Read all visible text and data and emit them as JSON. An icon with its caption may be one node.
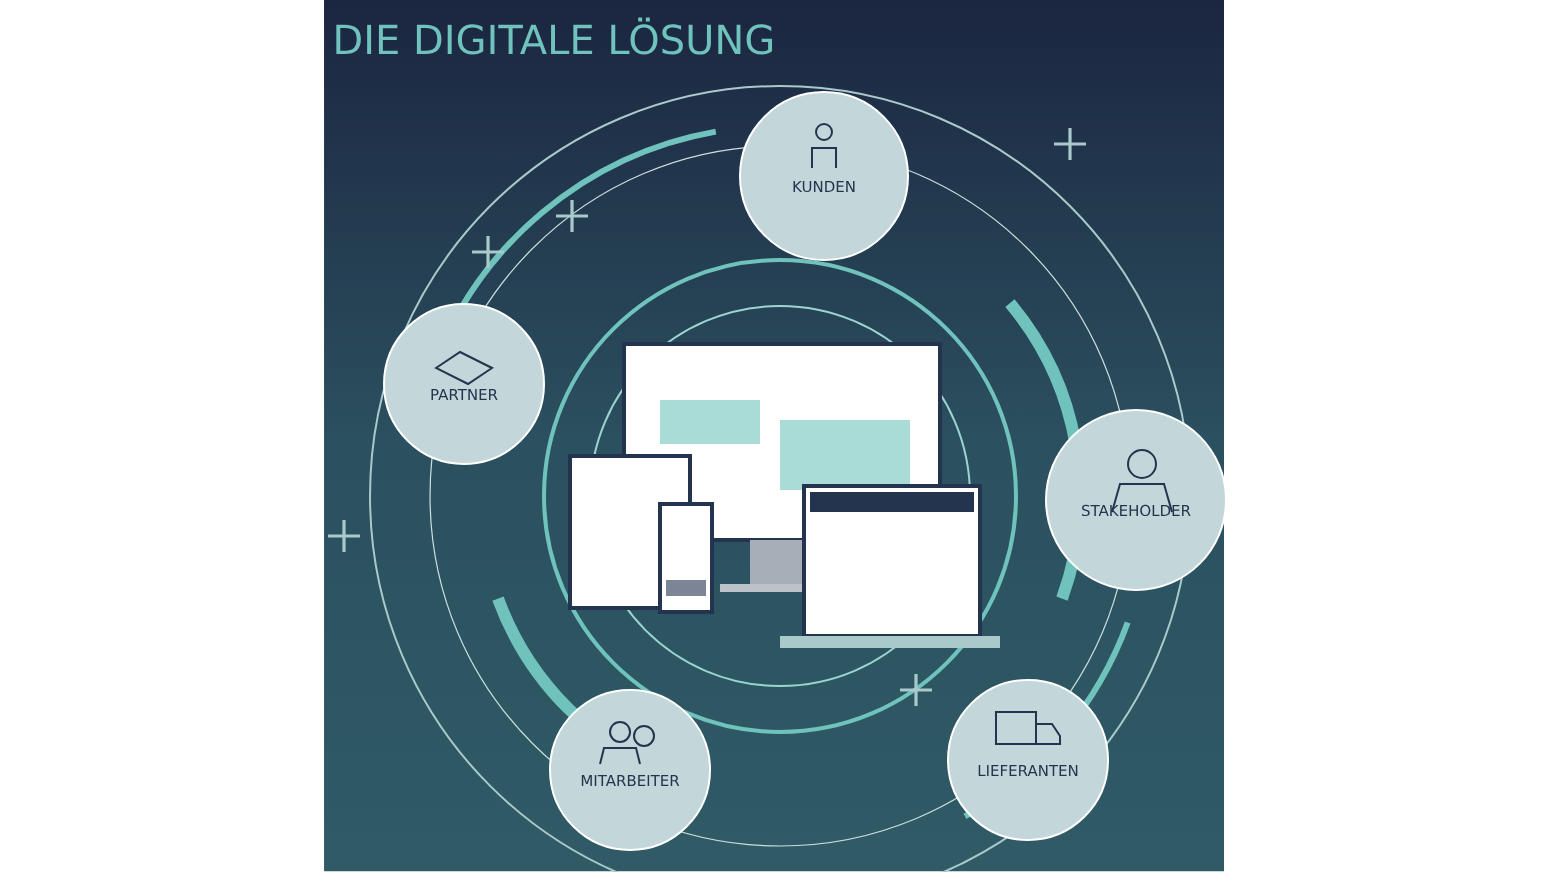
{
  "diagram": {
    "title": "DIE DIGITALE LÖSUNG",
    "nodes": [
      {
        "text": [
          "KUNDEN"
        ]
      },
      {
        "text": [
          "PARTNER"
        ]
      },
      {
        "text": [
          "STAKEHOLDER"
        ]
      },
      {
        "text": [
          "MITARBEITER"
        ]
      },
      {
        "text": [
          "LIEFERANTEN"
        ]
      }
    ]
  }
}
